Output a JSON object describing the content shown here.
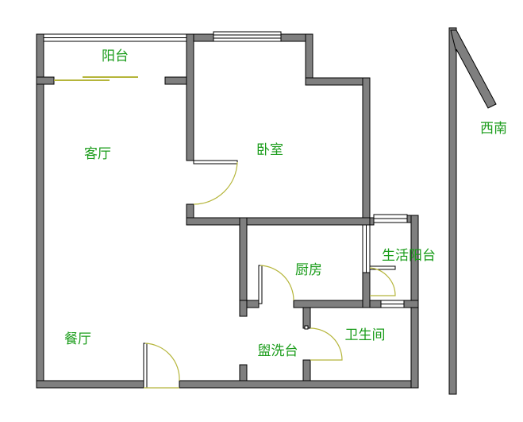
{
  "rooms": {
    "balcony": "阳台",
    "living_room": "客厅",
    "bedroom": "卧室",
    "kitchen": "厨房",
    "utility_balcony": "生活阳台",
    "dining_room": "餐厅",
    "washroom": "盥洗台",
    "bathroom": "卫生间"
  },
  "compass": {
    "direction_label": "西南"
  },
  "colors": {
    "wall": "#7f7f7f",
    "label_text": "#1a9c1a",
    "door_arc": "#b5b53a"
  }
}
